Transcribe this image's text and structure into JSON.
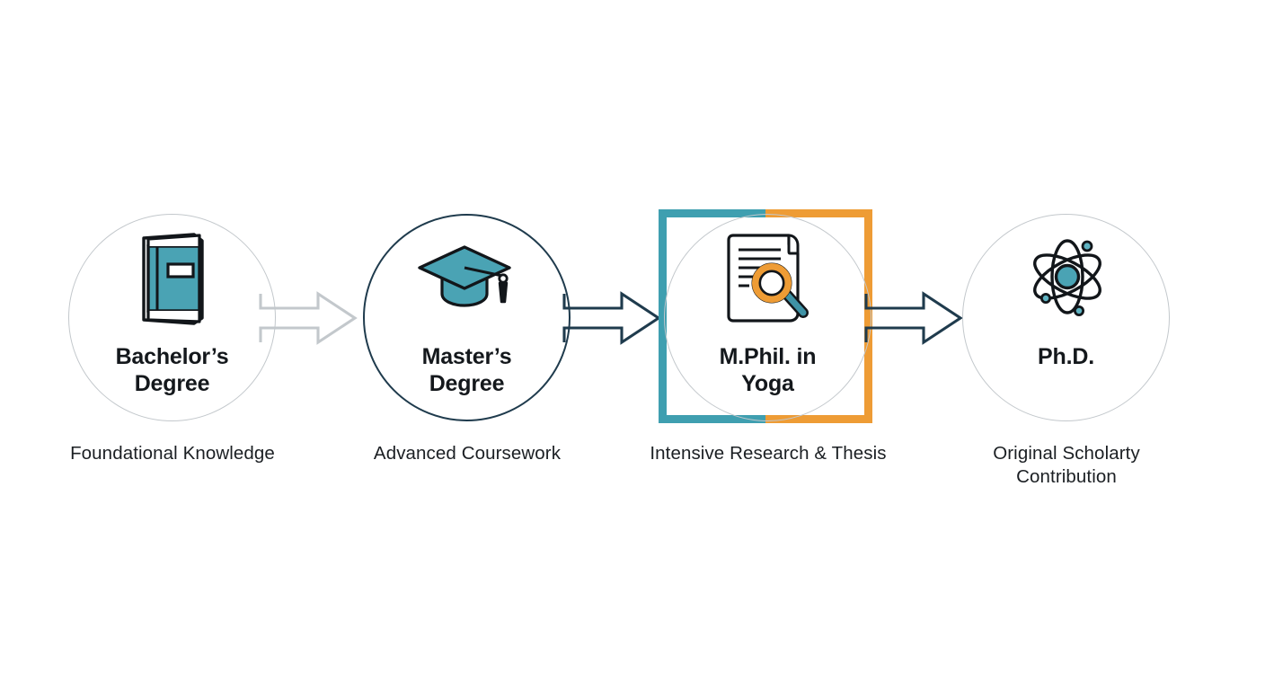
{
  "diagram": {
    "type": "horizontal-process-flow",
    "background_color": "#ffffff",
    "accent_teal": "#3F9FB0",
    "accent_orange": "#EE9C35",
    "icon_teal": "#4AA3B4",
    "dark_navy": "#1F3B4D",
    "light_gray": "#C3C8CC",
    "text_color": "#14181c",
    "highlighted_step_index": 2,
    "steps": [
      {
        "id": "bachelors",
        "title": "Bachelor’s Degree",
        "title_line1": "Bachelor’s",
        "title_line2": "Degree",
        "caption": "Foundational Knowledge",
        "icon": "book-icon",
        "circle_border_color": "#C3C8CC",
        "highlighted": false
      },
      {
        "id": "masters",
        "title": "Master’s Degree",
        "title_line1": "Master’s",
        "title_line2": "Degree",
        "caption": "Advanced Coursework",
        "icon": "graduation-cap-icon",
        "circle_border_color": "#1F3B4D",
        "highlighted": false
      },
      {
        "id": "mphil-yoga",
        "title": "M.Phil. in Yoga",
        "title_line1": "M.Phil. in",
        "title_line2": "Yoga",
        "caption": "Intensive Research & Thesis",
        "icon": "document-magnifier-icon",
        "circle_border_color": "#C3C8CC",
        "highlighted": true,
        "frame_left_color": "#3F9FB0",
        "frame_right_color": "#EE9C35"
      },
      {
        "id": "phd",
        "title": "Ph.D.",
        "title_line1": "Ph.D.",
        "title_line2": "",
        "caption": "Original Scholarty Contribution",
        "caption_line1": "Original Scholarty",
        "caption_line2": "Contribution",
        "icon": "atom-icon",
        "circle_border_color": "#C3C8CC",
        "highlighted": false
      }
    ],
    "arrows": [
      {
        "id": "arrow-1",
        "from": "bachelors",
        "to": "masters",
        "color": "#C3C8CC",
        "name": "arrow-right-icon"
      },
      {
        "id": "arrow-2",
        "from": "masters",
        "to": "mphil-yoga",
        "color": "#1F3B4D",
        "name": "arrow-right-icon"
      },
      {
        "id": "arrow-3",
        "from": "mphil-yoga",
        "to": "phd",
        "color": "#1F3B4D",
        "name": "arrow-right-icon"
      }
    ]
  }
}
